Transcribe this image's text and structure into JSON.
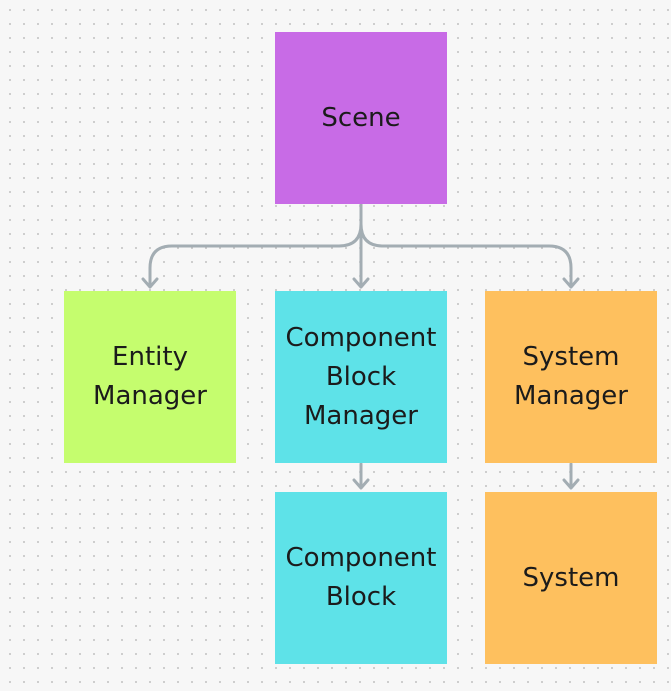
{
  "diagram": {
    "colors": {
      "scene": "#c86be6",
      "entity": "#c5fd6e",
      "component": "#5ee2e8",
      "system": "#fec05e",
      "connector": "#a3adb3"
    },
    "nodes": {
      "scene": {
        "label": "Scene"
      },
      "entity_manager": {
        "label": "Entity\nManager"
      },
      "component_block_manager": {
        "label": "Component\nBlock\nManager"
      },
      "system_manager": {
        "label": "System\nManager"
      },
      "component_block": {
        "label": "Component\nBlock"
      },
      "system": {
        "label": "System"
      }
    },
    "edges": [
      {
        "from": "Scene",
        "to": "Entity Manager"
      },
      {
        "from": "Scene",
        "to": "Component Block Manager"
      },
      {
        "from": "Scene",
        "to": "System Manager"
      },
      {
        "from": "Component Block Manager",
        "to": "Component Block"
      },
      {
        "from": "System Manager",
        "to": "System"
      }
    ]
  }
}
